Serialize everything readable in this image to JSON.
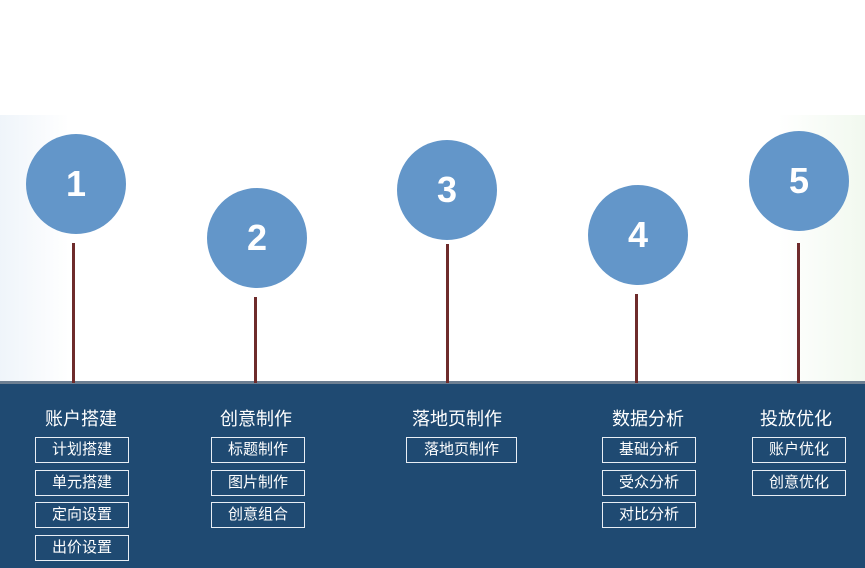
{
  "steps": [
    {
      "number": "1",
      "title": "账户搭建",
      "items": [
        "计划搭建",
        "单元搭建",
        "定向设置",
        "出价设置"
      ]
    },
    {
      "number": "2",
      "title": "创意制作",
      "items": [
        "标题制作",
        "图片制作",
        "创意组合"
      ]
    },
    {
      "number": "3",
      "title": "落地页制作",
      "items": [
        "落地页制作"
      ]
    },
    {
      "number": "4",
      "title": "数据分析",
      "items": [
        "基础分析",
        "受众分析",
        "对比分析"
      ]
    },
    {
      "number": "5",
      "title": "投放优化",
      "items": [
        "账户优化",
        "创意优化"
      ]
    }
  ],
  "colors": {
    "circle": "#6396c9",
    "stem": "#6e2b2b",
    "band": "#1f4a72",
    "text": "#ffffff"
  }
}
